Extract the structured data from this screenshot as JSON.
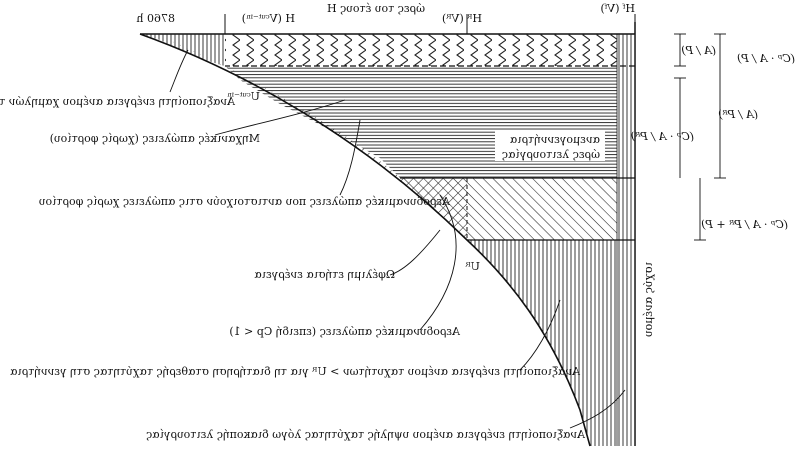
{
  "top_labels": {
    "hf": "Hᶠ (Vᶠ)",
    "hr": "Hᴿ (Vᴿ)",
    "hours_title": "ώρες του έτους H",
    "h_cutin": "H (Vᶜᵘᵗ⁻ⁱⁿ)",
    "h_total": "8760 h"
  },
  "left_labels": {
    "cp_over_p": "(Cᵖ · A / P)",
    "a_over_p": "(A / P)",
    "a_over_pr": "(A / Pᴿ)",
    "cp_over_pr": "(Cᵖ · A / Pᴿ)",
    "cp_over_prp": "(Cᵖ · A / Pᴿ + P)",
    "axis_label": "ισχύς ανέμου"
  },
  "inner_labels": {
    "hours_operation": "ώρες λειτουργίας",
    "wind_turbine": "ανεμογεννήτρια",
    "u_cutin": "Uᶜᵘᵗ⁻ⁱⁿ",
    "u_r": "Uᴿ"
  },
  "annotations": [
    "Αναξιοποίητη ενέργεια ανέμου χαμηλών ταχυτήτων",
    "Μηχανικές απώλειες (χωρίς φορτίου)",
    "Αεροδυναμικές απώλειες που αντιστοιχούν στις απώλειες χωρίς φορτίου",
    "Ωφέλιμη ετήσια ενέργεια",
    "Αεροδυναμικές απώλειες (επειδή Cp < 1)",
    "Αναξιοποίητη ενέργεια ανέμου ταχυτήτων > Uᴿ για τη διατήρηση σταθερής ταχύτητας στη γεννήτρια",
    "Αναξιοποίητη ενέργεια ανέμου υψηλής ταχύτητας λόγω διακοπής λειτουργίας"
  ]
}
